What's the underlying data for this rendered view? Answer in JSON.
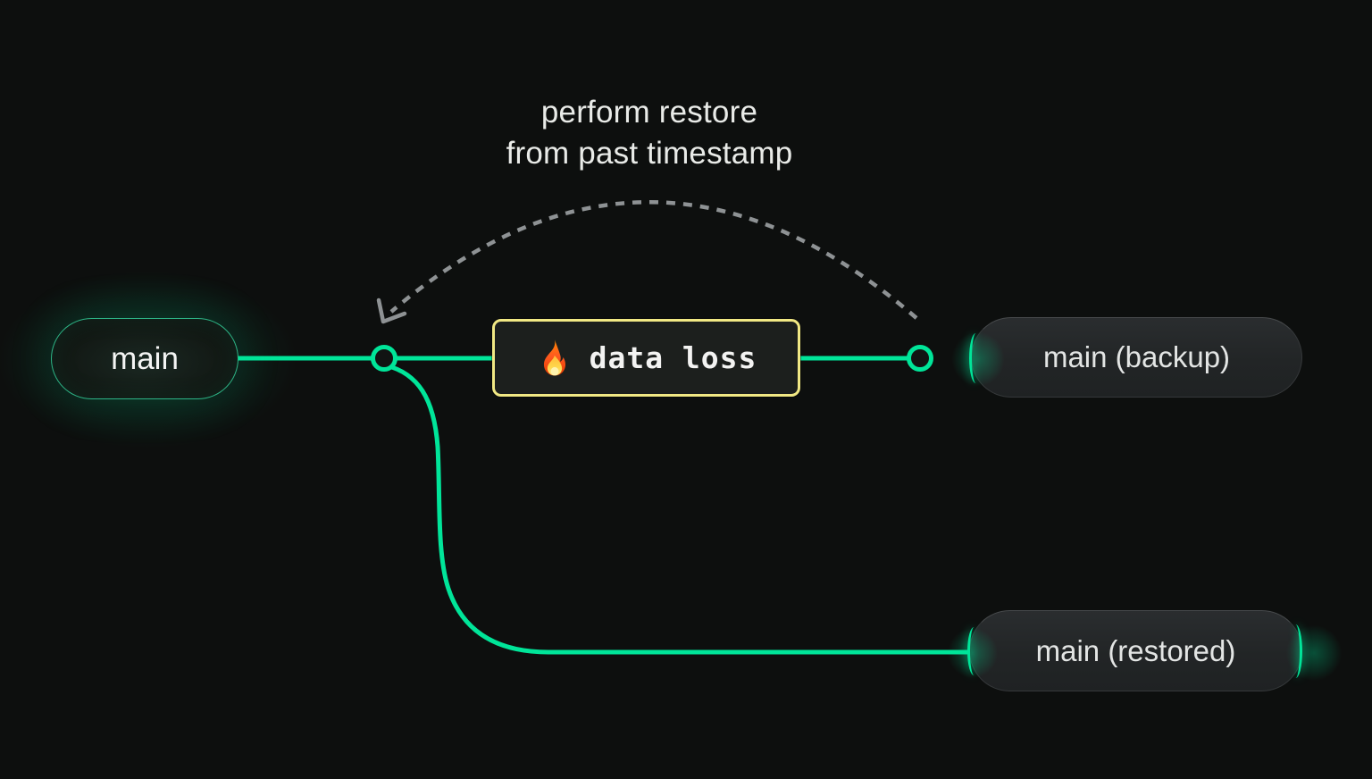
{
  "annotation": {
    "line1": "perform restore",
    "line2": "from past timestamp"
  },
  "nodes": {
    "main": {
      "label": "main"
    },
    "backup": {
      "label": "main (backup)"
    },
    "restored": {
      "label": "main (restored)"
    },
    "data_loss": {
      "label": "data loss",
      "icon": "fire-emoji"
    }
  },
  "colors": {
    "background": "#0d0f0e",
    "branch_green": "#00e599",
    "warning_yellow": "#f1e884",
    "dash_gray": "#8e9294",
    "pill_gray": "#242728",
    "text_light": "#e9ebe8"
  }
}
